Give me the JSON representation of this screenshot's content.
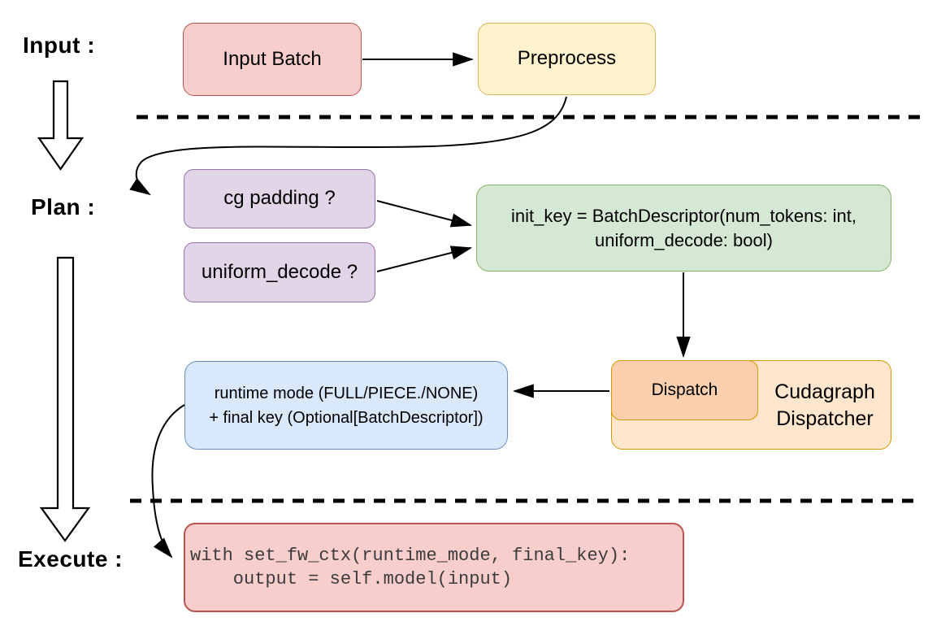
{
  "diagram": {
    "title_implicit": "Cudagraph dispatch flow",
    "sections": {
      "input_label": "Input :",
      "plan_label": "Plan :",
      "execute_label": "Execute :"
    },
    "nodes": {
      "input_batch": {
        "label": "Input Batch"
      },
      "preprocess": {
        "label": "Preprocess"
      },
      "cg_padding": {
        "label": "cg padding ?"
      },
      "uniform_decode": {
        "label": "uniform_decode ?"
      },
      "init_key": {
        "label": "init_key = BatchDescriptor(num_tokens: int,\nuniform_decode: bool)"
      },
      "dispatch": {
        "label": "Dispatch"
      },
      "cudagraph_dispatcher": {
        "label": "Cudagraph\nDispatcher"
      },
      "runtime_mode": {
        "label": "runtime mode (FULL/PIECE./NONE)\n+ final key (Optional[BatchDescriptor])"
      },
      "execute_code": {
        "code": "with set_fw_ctx(runtime_mode, final_key):\n    output = self.model(input)"
      }
    },
    "palette": {
      "red_fill": "#f8cecc",
      "red_stroke": "#b85450",
      "yellow_fill": "#fff2cc",
      "yellow_stroke": "#d6b656",
      "purple_fill": "#e1d5e7",
      "purple_stroke": "#9673a6",
      "green_fill": "#d5e8d4",
      "green_stroke": "#82b366",
      "orange_outer_fill": "#ffe6cc",
      "orange_inner_fill": "#f9cfad",
      "orange_stroke": "#d79b00",
      "blue_fill": "#dae8fc",
      "blue_stroke": "#6c8ebf",
      "connector_color": "#000000",
      "code_text_color": "#3b3b3b"
    }
  }
}
